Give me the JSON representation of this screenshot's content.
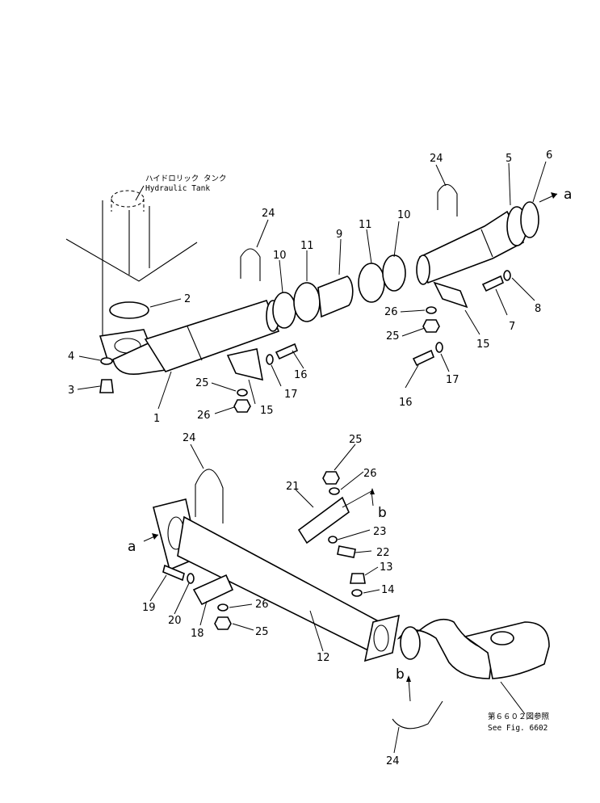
{
  "notes": {
    "hydraulic_tank_jp": "ハイドロリック タンク",
    "hydraulic_tank_en": "Hydraulic Tank",
    "see_fig_jp": "第６６０２図参照",
    "see_fig_en": "See Fig. 6602"
  },
  "view_markers": {
    "a": "a",
    "b": "b"
  },
  "callouts": [
    {
      "id": "c1",
      "text": "1"
    },
    {
      "id": "c2",
      "text": "2"
    },
    {
      "id": "c3",
      "text": "3"
    },
    {
      "id": "c4",
      "text": "4"
    },
    {
      "id": "c5",
      "text": "5"
    },
    {
      "id": "c6",
      "text": "6"
    },
    {
      "id": "c7",
      "text": "7"
    },
    {
      "id": "c8",
      "text": "8"
    },
    {
      "id": "c9",
      "text": "9"
    },
    {
      "id": "c10a",
      "text": "10"
    },
    {
      "id": "c10b",
      "text": "10"
    },
    {
      "id": "c11a",
      "text": "11"
    },
    {
      "id": "c11b",
      "text": "11"
    },
    {
      "id": "c12",
      "text": "12"
    },
    {
      "id": "c13",
      "text": "13"
    },
    {
      "id": "c14",
      "text": "14"
    },
    {
      "id": "c15a",
      "text": "15"
    },
    {
      "id": "c15b",
      "text": "15"
    },
    {
      "id": "c16a",
      "text": "16"
    },
    {
      "id": "c16b",
      "text": "16"
    },
    {
      "id": "c17a",
      "text": "17"
    },
    {
      "id": "c17b",
      "text": "17"
    },
    {
      "id": "c18",
      "text": "18"
    },
    {
      "id": "c19",
      "text": "19"
    },
    {
      "id": "c20",
      "text": "20"
    },
    {
      "id": "c21",
      "text": "21"
    },
    {
      "id": "c22",
      "text": "22"
    },
    {
      "id": "c23",
      "text": "23"
    },
    {
      "id": "c24a",
      "text": "24"
    },
    {
      "id": "c24b",
      "text": "24"
    },
    {
      "id": "c24c",
      "text": "24"
    },
    {
      "id": "c24d",
      "text": "24"
    },
    {
      "id": "c25a",
      "text": "25"
    },
    {
      "id": "c25b",
      "text": "25"
    },
    {
      "id": "c25c",
      "text": "25"
    },
    {
      "id": "c25d",
      "text": "25"
    },
    {
      "id": "c26a",
      "text": "26"
    },
    {
      "id": "c26b",
      "text": "26"
    },
    {
      "id": "c26c",
      "text": "26"
    },
    {
      "id": "c26d",
      "text": "26"
    }
  ]
}
